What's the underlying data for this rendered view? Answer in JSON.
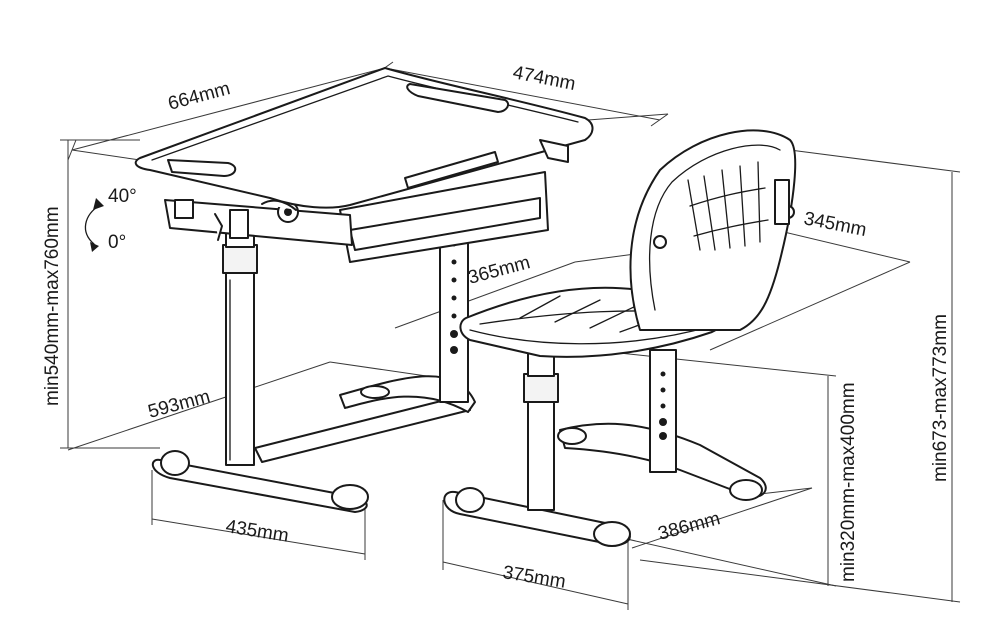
{
  "desk": {
    "depth_label": "474mm",
    "width_label": "664mm",
    "height_label": "min540mm-max760mm",
    "floor_length_label": "593mm",
    "foot_width_label": "435mm",
    "tilt_max_label": "40°",
    "tilt_min_label": "0°"
  },
  "chair": {
    "backrest_label": "345mm",
    "seat_depth_label": "365mm",
    "seat_height_label": "min320mm-max400mm",
    "overall_height_label": "min673-max773mm",
    "foot_depth_label": "386mm",
    "foot_width_label": "375mm"
  },
  "colors": {
    "line": "#1a1a1a",
    "background": "#ffffff"
  }
}
